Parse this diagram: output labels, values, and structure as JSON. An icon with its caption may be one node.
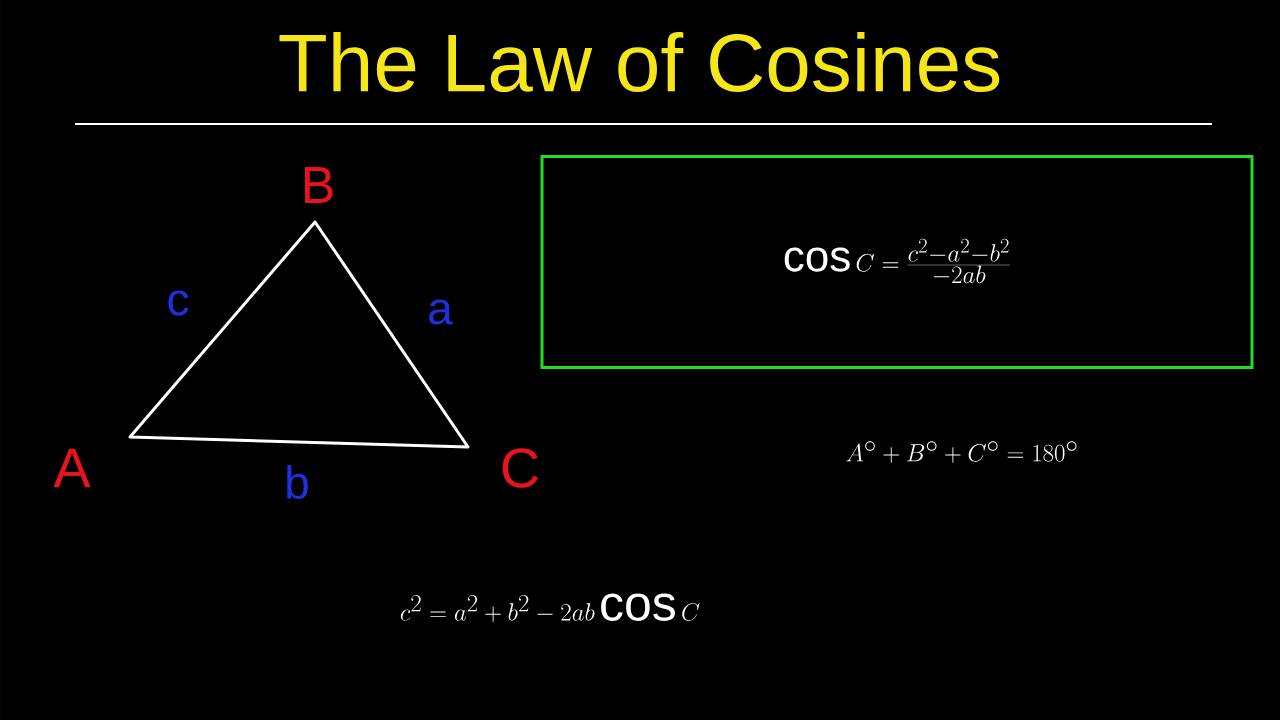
{
  "diagram": {
    "title": "The Law of Cosines",
    "nodes": [
      {
        "text": [
          "\\cos C = \\frac{c^{2} - a^{2} - b^{2}}{-2ab}"
        ]
      }
    ],
    "labels": [
      "B",
      "c",
      "a",
      "A",
      "b",
      "C",
      "A^{\\circ} + B^{\\circ} + C^{\\circ} = 180^{\\circ}",
      "c^{2} = a^{2} + b^{2} - 2ab\\cos C"
    ]
  }
}
